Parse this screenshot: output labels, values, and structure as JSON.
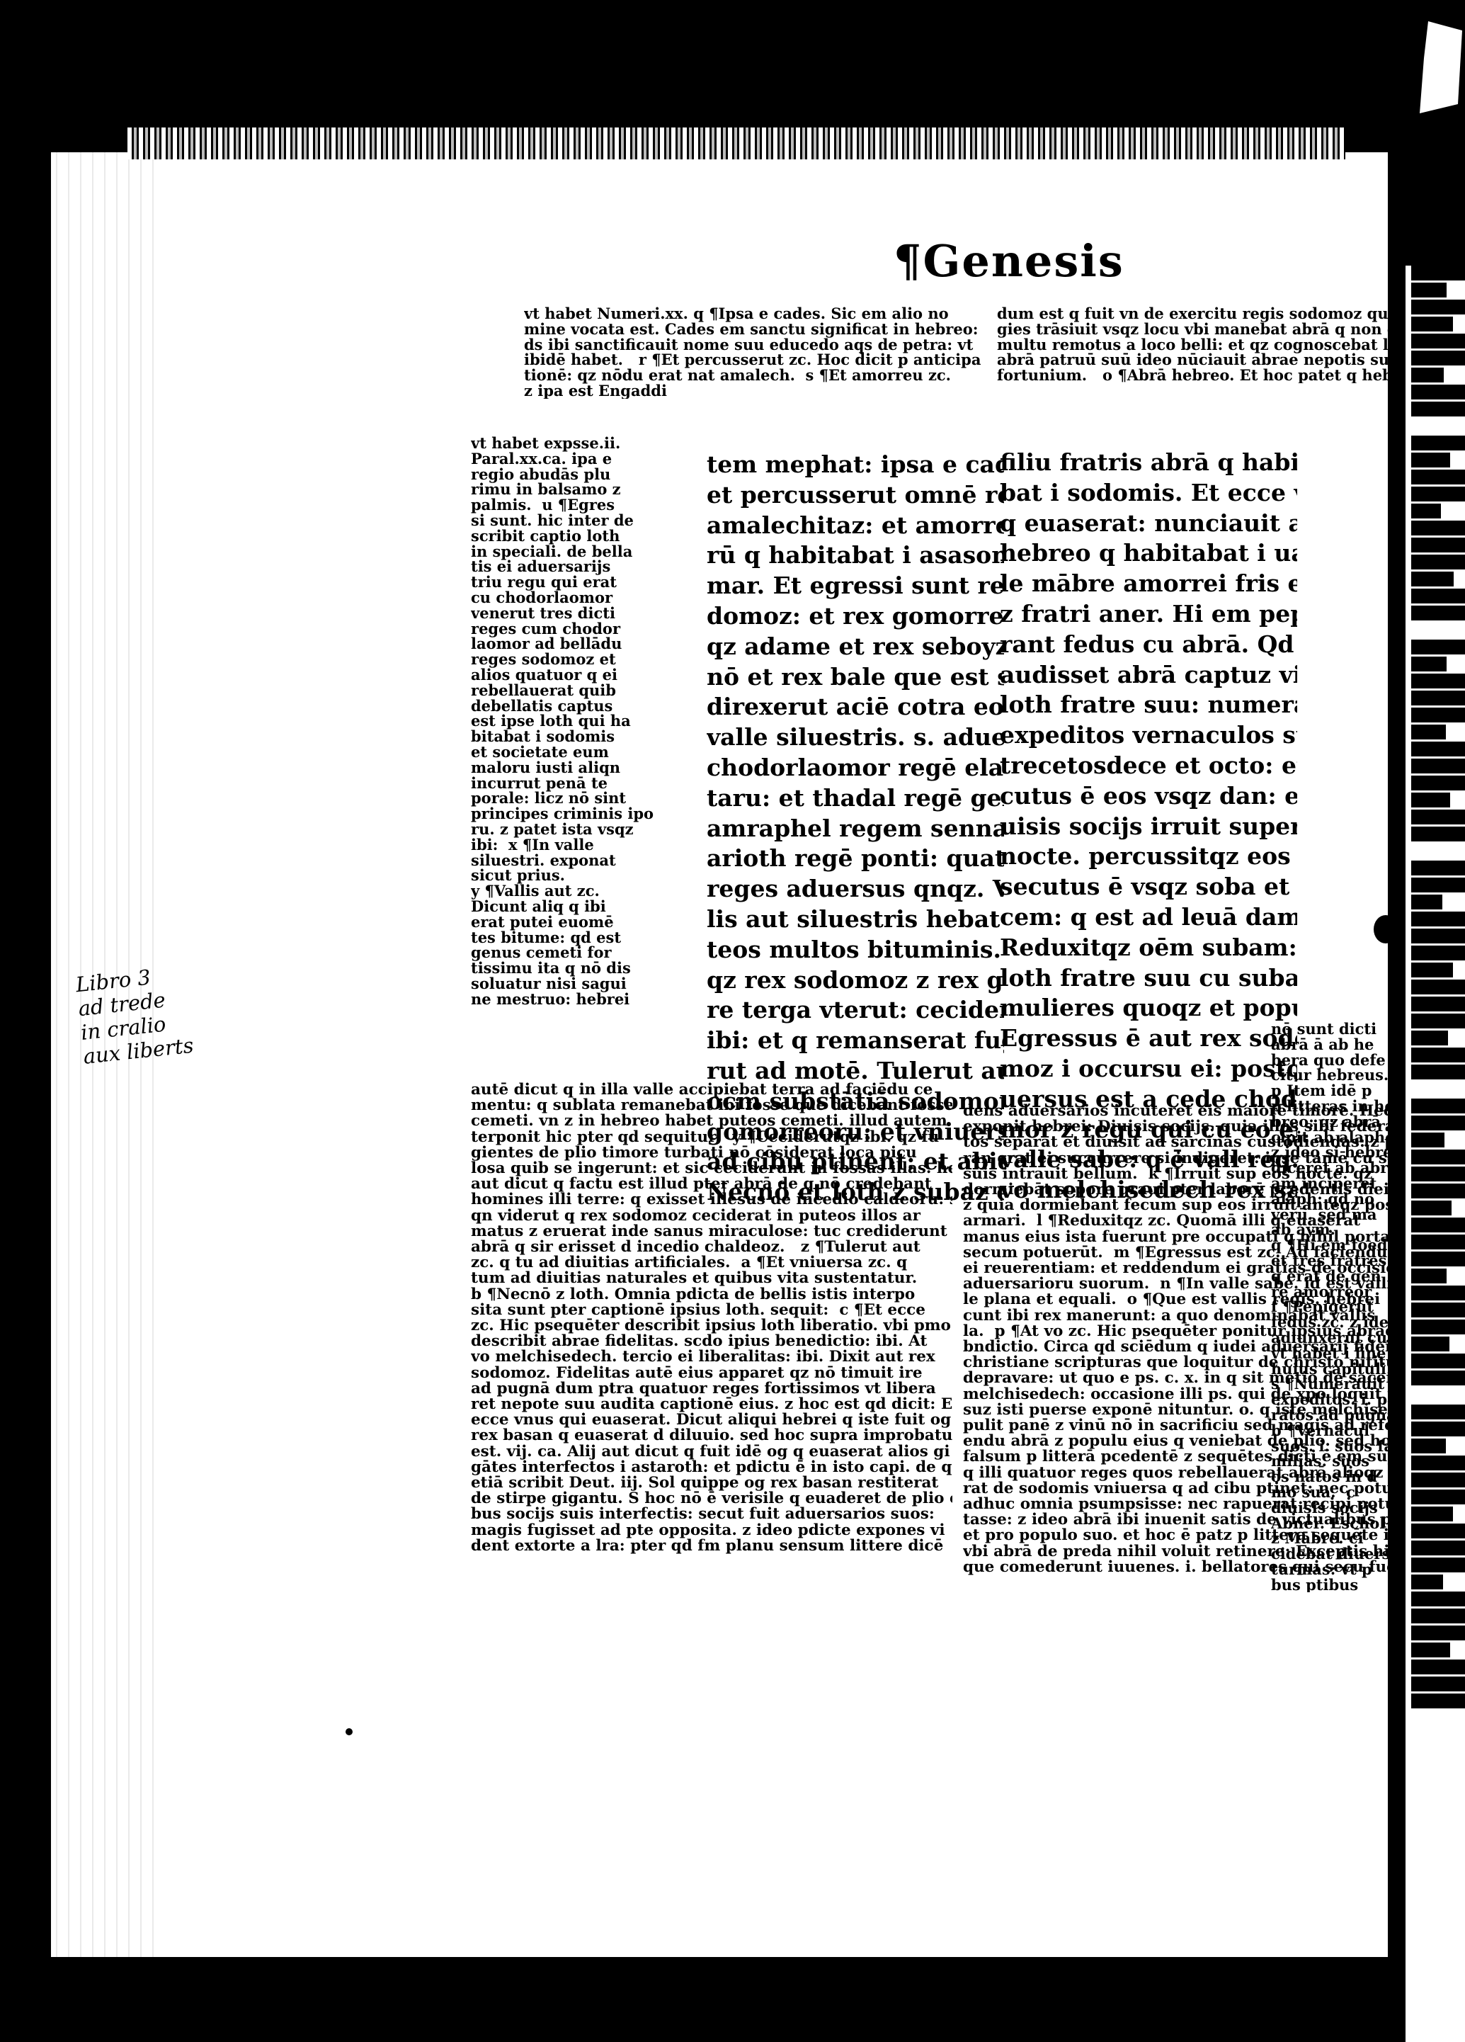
{
  "page": {
    "running_head": "¶Genesis",
    "gloss_top": "vt habet Numeri.xx. q ¶Ipsa e cades. Sic em alio no\nmine vocata est. Cades em sanctu significat in hebreo: qz\nds ibi sanctificauit nome suu educedo aqs de petra: vt\nibidē habet.   r ¶Et percusserut zc. Hoc dicit p anticipa\ntionē: qz nōdu erat nat amalech.  s ¶Et amorreu zc.\nz ipa est Engaddi",
    "gloss_tr": "dum est q fuit vn de exercitu regis sodomoz qui fugi\ngies trāsiuit vsqz locu vbi manebat abrā q non erat\nmultu remotus a loco belli: et qz cognoscebat loth esse\nabrā patruū suū ideo nūciauit abrae nepotis sui in\nfortunium.   o ¶Abrā hebreo. Et hoc patet q hebrei",
    "gloss_left": "vt habet expsse.ii.\nParal.xx.ca. ipa e\nregio abudās plu\nrimu in balsamo z\npalmis.  u ¶Egres\nsi sunt. hic inter de\nscribit captio loth\nin speciali. de bella\ntis ei aduersarijs\ntriu regu qui erat\ncu chodorlaomor\nvenerut tres dicti\nreges cum chodor\nlaomor ad bellādu\nreges sodomoz et\nalios quatuor q ei\nrebellauerat quib\ndebellatis captus\nest ipse loth qui ha\nbitabat i sodomis\net societate eum\nmaloru iusti aliqn\nincurrut penā te\nporale: licz nō sint\nprincipes criminis ipo\nru. z patet ista vsqz\nibi:  x ¶In valle\nsiluestri. exponat\nsicut prius.\ny ¶Vallis aut zc.\nDicunt aliq q ibi\nerat putei euomē\ntes bitume: qd est\ngenus cemeti for\ntissimu ita q nō dis\nsoluatur nisi sagui\nne mestruo: hebrei",
    "text_a": "tem mephat: ipsa e cades.\net percusserut omnē regionē\namalechitaz: et amorreu\nrū q habitabat i asasontha\nmar. Et egressi sunt rex so\ndomoz: et rex gomorre: rex\nqz adame et rex seboyz: nec\nnō et rex bale que est segor: z\ndirexerut aciē cotra eos in\nvalle siluestris. s. aduersus\nchodorlaomor regē elami\ntaru: et thadal regē gentiu z\namraphel regem sennaar et\narioth regē ponti: quatuor\nreges aduersus qnqz. Val\nlis aut siluestris hebat pu\nteos multos bituminis. Ita\nqz rex sodomoz z rex gomor\nre terga vterut: cecideruntqz\nibi: et q remanserat fuge\nrut ad motē. Tulerut aut\nocm substātiā sodomoru: z\ngomorreoru: et vniuersa q\nad cibu ptinent: et abierut.\nNecnō et loth z subaz ei:",
    "text_b": "filiu fratris abrā q habita\nbat i sodomis. Et ecce vn\nq euaserat: nunciauit abrā\nhebreo q habitabat i ual\nle mābre amorrei fris eschol\nz fratri aner. Hi em pepige\nrant fedus cu abrā. Qd cuz\naudisset abrā captuz videlz\nloth fratre suu: numerauit\nexpeditos vernaculos suos\ntrecetosdece et octo: et pse\ncutus ē eos vsqz dan: et di\nuisis socijs irruit super eos\nnocte. percussitqz eos et per\nsecutus ē vsqz soba et phenī\ncem: q est ad leuā damasci.\nReduxitqz oēm subam: et\nloth fratre suu cu suba illi\nmulieres quoqz et populuz\nEgressus ē aut rex sodo\nmoz i occursu ei: postq re\nuersus est a cede chodorlao\nmor z regu qui cu eo erat in\nvalle sabe: q ē vall reg. At\nvo melchisedech rex salem:",
    "gloss_rs": "nō sunt dicti\nabrā ā ab he\nbera quo defe\ncitur hebreus.\np Item idē p\np litteras in he\nbreo: qz abrā\ncipit ab alapho\nz ideo si hebre\ndicerēt ab abr\nam inciperet\nalaph: qd no\nverū. sed ma\nab aym.\nq ¶Hi em foed\net tres fratres\nq erāt de gen\nre amorreor\nf ¶Pepigerūt\nfedus zc. z ideo\nadiunxerut cu\nvt habet i fine\nhuius capituli.\ns ¶Numerauit\nexpeditos. i. p\nratos ad pugnā\nb ¶Vernacul\nsuos. i. suos fa\nmilias. suos\nos natos in d\nmo sua.  c\ndiuisis socijs\nAbner. Eschol\nz Mābre. ci\ncidebat diuersi\nturmas: vt p\nbus ptibus",
    "gloss_bl": "autē dicut q in illa valle accipiebat terra ad faciēdu ce\nmentu: q sublata remanebat ibi fosse que dicebant fosse\ncemeti. vn z in hebreo habet puteos cemeti. illud autem\nterponit hic pter qd sequitur:  y ¶Ceciderutqz ibi. qz fu\ngientes de plio timore turbati nō cōsiderat loca picu\nlosa quib se ingerunt: et sic ceciderunt in fossas illas. hebrei\naut dicut q factu est illud pter abrā de q nō credebant\nhomines illi terre: q exisset illesus de incedio caldeoru: sz\nqn viderut q rex sodomoz ceciderat in puteos illos ar\nmatus z eruerat inde sanus miraculose: tuc crediderunt\nabrā q sir erisset d incedio chaldeoz.   z ¶Tulerut aut\nzc. q tu ad diuitias artificiales.  a ¶Et vniuersa zc. q\ntum ad diuitias naturales et quibus vita sustentatur.\nb ¶Necnō z loth. Omnia pdicta de bellis istis interpo\nsita sunt pter captionē ipsius loth. sequit:  c ¶Et ecce\nzc. Hic psequēter describit ipsius loth liberatio. vbi pmo\ndescribit abrae fidelitas. scdo ipius benedictio: ibi. At\nvo melchisedech. tercio ei liberalitas: ibi. Dixit aut rex\nsodomoz. Fidelitas autē eius apparet qz nō timuit ire\nad pugnā dum ptra quatuor reges fortissimos vt libera\nret nepote suu audita captionē eius. z hoc est qd dicit: Et\necce vnus qui euaserat. Dicut aliqui hebrei q iste fuit og\nrex basan q euaserat d diluuio. sed hoc supra improbatu\nest. vij. ca. Alij aut dicut q fuit idē og q euaserat alios gi\ngātes interfectos i astaroth: et pdictu ē in isto capi. de quo\netiā scribit Deut. iij. Sol quippe og rex basan restiterat\nde stirpe gigantu. S hoc nō ē verisile q euaderet de plio omi\nbus socijs suis interfectis: secut fuit aduersarios suos:\nmagis fugisset ad pte opposita. z ideo pdicte expones vi\ndent extorte a lra: pter qd fm planu sensum littere dicē",
    "gloss_br": "dens aduersarios incuteret eis maiorē timorē. Hec autē\nexponit hebrei: Diuisis socijs. quia illos sibi federatos\ntos separat et diuisit ad sarcinas custodiendas: z pua\nran erat ei succurrere si indigeret: ipse tamē cu seruis\nsuis intrauit bellum.  k ¶Irruit sup eos nocte. qz\ndormiebāt sopore graui pter laborē pcedentis diei\nz quia dormiebant fecum sup eos irruit anteqz possent\narmari.  l ¶Reduxitqz zc. Quomā illi q euaserat\nmanus eius ista fuerunt pre occupati q nihil portare\nsecum potuerūt.  m ¶Egressus est zc. Ad faciendum\nei reuerentiam: et reddendum ei gratias de occisione\naduersarioru suorum.  n ¶In valle sabe. id est vallis\nle plana et equali.  o ¶Que est vallis regis. hebrei\ncunt ibi rex manerunt: a quo denominabat vallis\nla.  p ¶At vo zc. Hic psequēter ponitur ipsius abrae\nbndictio. Circa qd sciēdum q iudei aduersarij fidei\nchristiane scripturas que loquitur de christo nititur\ndepravare: ut quo e ps. c. x. in q sit metio de sacerdote\nmelchisedech: occasione illi ps. qui de xpo loquit pe\nsuz isti puerse exponē nituntur. o. q iste melchisedech\npulit panē z vinū nō in sacrificiu sed magis ad refectio\nendu abrā z populu eius q veniebat de plio. sed hoc\nfalsum p litterā pcedentē z sequētes dicti ē em supra\nq illi quatuor reges quos rebellauerat abrā alioqz am\nrat de sodomis vniuersa q ad cibu ptinet: nec potuerat\nadhuc omnia psumpsisse: nec rapuerat recipi potuerat\ntasse: z ideo abrā ibi inuenit satis de victualibus p se\net pro populo suo. et hoc ē patz p littera sequēte in\nvbi abrā de preda nihil voluit retinere: Exceptis hijs\nque comederunt iuuenes. i. bellatores qui secu fuerant.",
    "margin_note": "Libro 3\nad trede\nin cralio\naux liberts"
  }
}
